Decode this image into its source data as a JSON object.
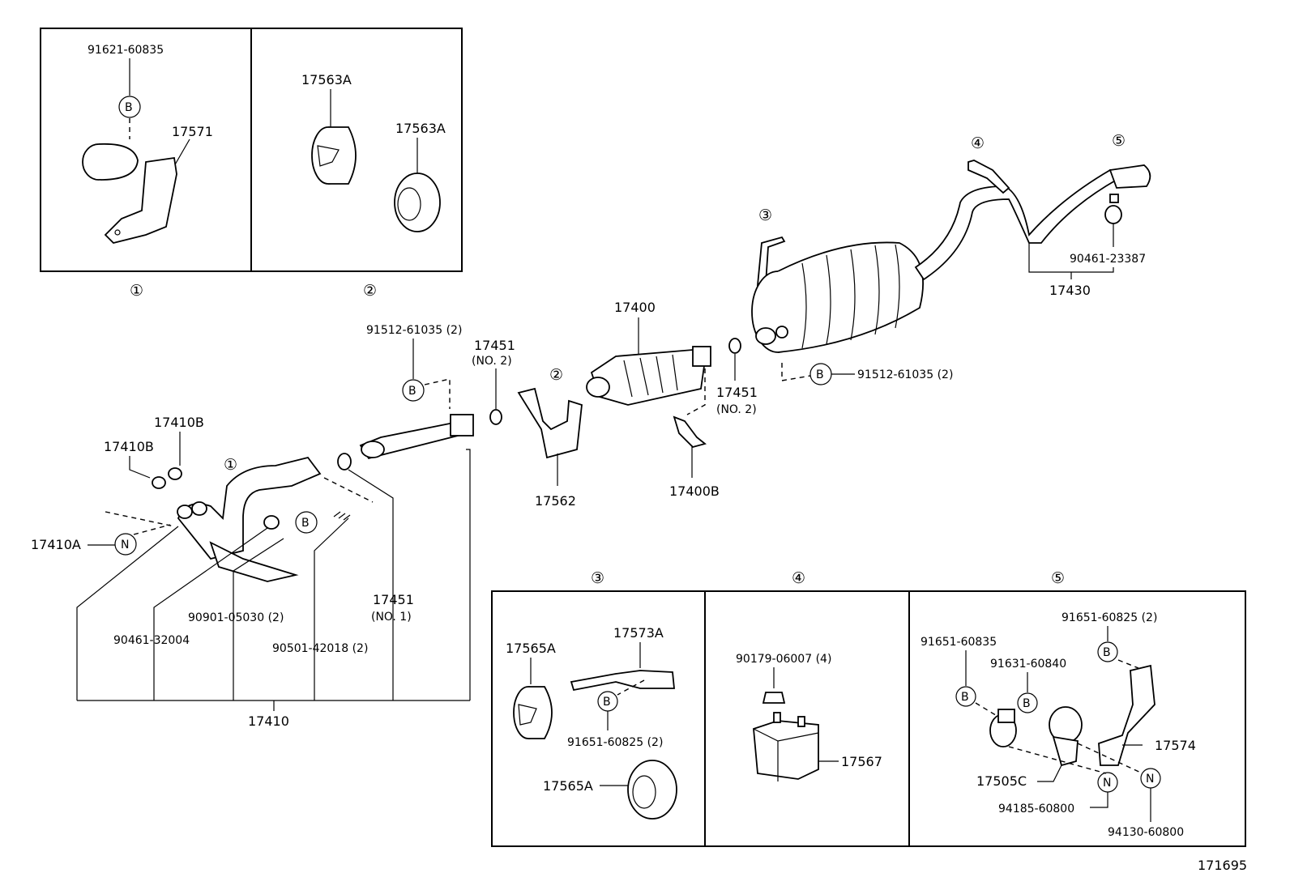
{
  "diagram_id": "171695",
  "section_markers": [
    "①",
    "②",
    "③",
    "④",
    "⑤"
  ],
  "marker_b": "B",
  "marker_n": "N",
  "inset_1": {
    "marker": "①",
    "parts": [
      "91621-60835",
      "17571"
    ]
  },
  "inset_2": {
    "marker": "②",
    "parts": [
      "17563A",
      "17563A"
    ]
  },
  "inset_3": {
    "marker": "③",
    "parts": [
      "17565A",
      "17573A",
      "91651-60825 (2)",
      "17565A"
    ]
  },
  "inset_4": {
    "marker": "④",
    "parts": [
      "90179-06007 (4)",
      "17567"
    ]
  },
  "inset_5": {
    "marker": "⑤",
    "parts": [
      "91651-60825 (2)",
      "91651-60835",
      "91631-60840",
      "17574",
      "17505C",
      "94185-60800",
      "94130-60800"
    ]
  },
  "main": {
    "front_pipe": [
      "17410B",
      "17410B",
      "17410A",
      "90461-32004",
      "90901-05030 (2)",
      "90501-42018 (2)",
      "17451",
      "(NO. 1)",
      "17410"
    ],
    "center": [
      "91512-61035 (2)",
      "17451",
      "(NO. 2)",
      "17562",
      "17400",
      "17451",
      "(NO. 2)",
      "17400B"
    ],
    "tail": [
      "91512-61035 (2)",
      "90461-23387",
      "17430"
    ]
  }
}
